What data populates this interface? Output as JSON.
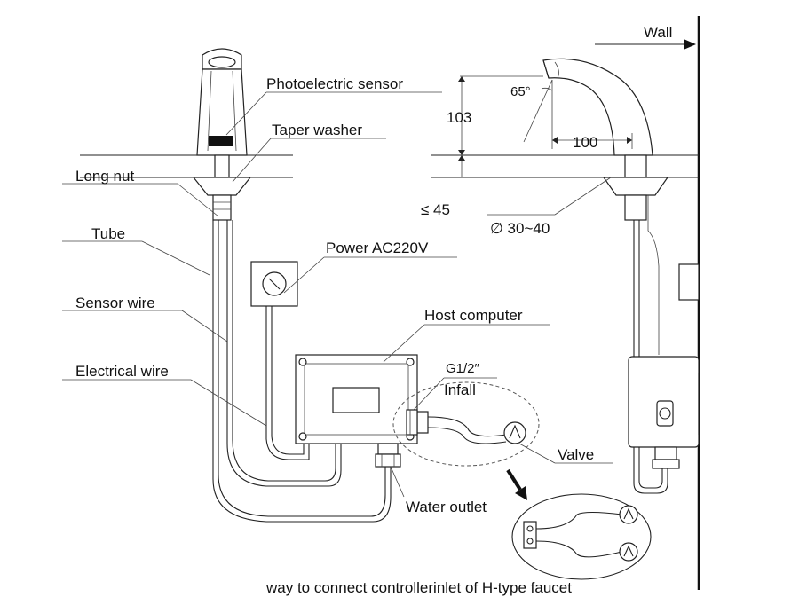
{
  "labels": {
    "wall": "Wall",
    "photoelectric_sensor": "Photoelectric sensor",
    "taper_washer": "Taper washer",
    "long_nut": "Long nut",
    "tube": "Tube",
    "sensor_wire": "Sensor wire",
    "electrical_wire": "Electrical wire",
    "power": "Power AC220V",
    "host_computer": "Host computer",
    "g12": "G1/2″",
    "infall": "Infall",
    "valve": "Valve",
    "water_outlet": "Water outlet",
    "caption": "way to connect controllerinlet of H-type faucet"
  },
  "dimensions": {
    "angle": "65°",
    "height": "103",
    "reach": "100",
    "max_thickness": "≤ 45",
    "hole_diameter": "∅ 30~40"
  }
}
